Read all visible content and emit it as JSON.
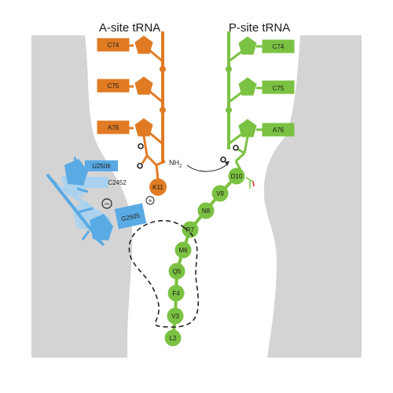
{
  "titles": {
    "a_site": "A-site tRNA",
    "p_site": "P-site tRNA"
  },
  "colors": {
    "orange": "#e07b24",
    "green": "#7bc142",
    "blue": "#5aaae3",
    "blue_light": "#a8d2f0",
    "grey": "#d4d4d4"
  },
  "a_site_nucleotides": [
    "C74",
    "C75",
    "A76"
  ],
  "p_site_nucleotides": [
    "C74",
    "C75",
    "A76"
  ],
  "a_site_residue": "K11",
  "rrna_labels": {
    "u2506": "U2506",
    "c2452": "C2452",
    "g2505": "G2505"
  },
  "amine": "NH",
  "amine_sub": "2",
  "peptide": [
    "D10",
    "V9",
    "N8",
    "R7",
    "M6",
    "Q5",
    "F4",
    "V3",
    "L2"
  ],
  "symbols": {
    "plus": "+",
    "minus": "−"
  }
}
